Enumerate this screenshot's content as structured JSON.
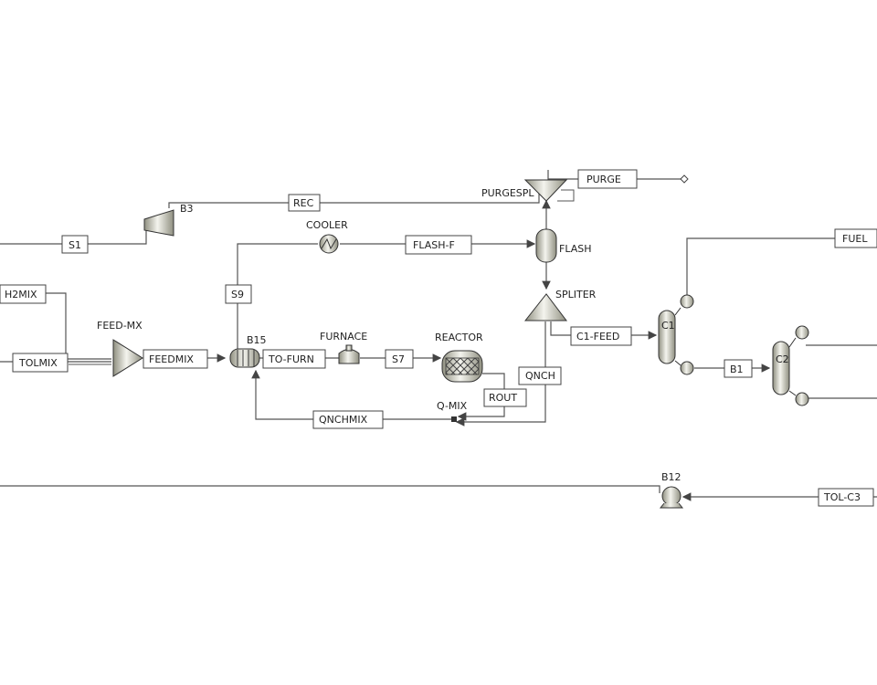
{
  "blocks": {
    "b3": "B3",
    "cooler": "COOLER",
    "purgespl": "PURGESPL",
    "flash": "FLASH",
    "spliter": "SPLITER",
    "feed_mx": "FEED-MX",
    "b15": "B15",
    "furnace": "FURNACE",
    "reactor": "REACTOR",
    "q_mix": "Q-MIX",
    "c1": "C1",
    "c2": "C2",
    "b12": "B12"
  },
  "streams": {
    "rec": "REC",
    "purge": "PURGE",
    "s1": "S1",
    "flash_f": "FLASH-F",
    "fuel": "FUEL",
    "s9": "S9",
    "h2mix": "H2MIX",
    "c1_feed": "C1-FEED",
    "tolmix": "TOLMIX",
    "feedmix": "FEEDMIX",
    "to_furn": "TO-FURN",
    "s7": "S7",
    "qnch": "QNCH",
    "b1": "B1",
    "rout": "ROUT",
    "qnchmix": "QNCHMIX",
    "tol_c3": "TOL-C3"
  },
  "colors": {
    "line": "#555555",
    "metal_light": "#f4f4ee",
    "metal_dark": "#8f8f80"
  }
}
